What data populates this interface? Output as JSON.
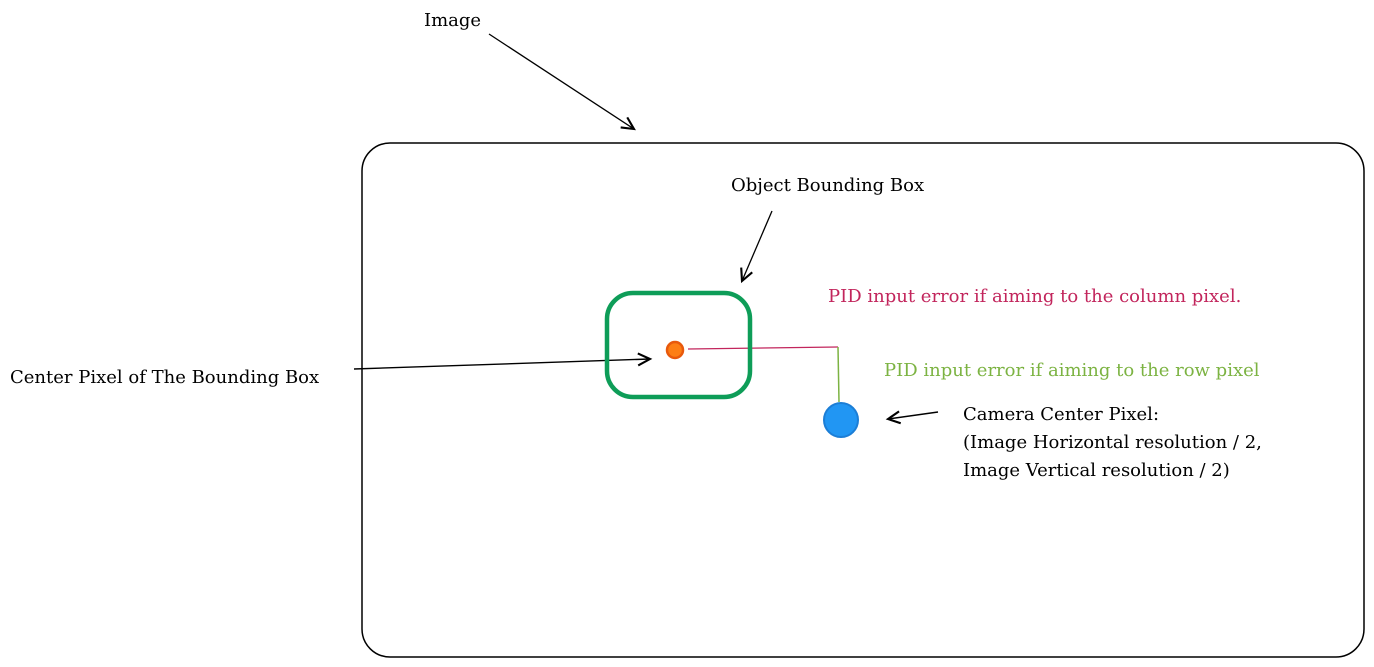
{
  "diagram": {
    "image_label": "Image",
    "bbox_label": "Object Bounding Box",
    "center_pixel_label": "Center Pixel of The Bounding Box",
    "pid_column_label": "PID input error if aiming to the column pixel.",
    "pid_row_label": "PID input error if aiming to the row pixel",
    "camera_label": {
      "line1": "Camera Center Pixel:",
      "line2": "(Image Horizontal resolution / 2,",
      "line3": "Image Vertical resolution / 2)"
    }
  },
  "colors": {
    "frame_stroke": "#000000",
    "arrow": "#000000",
    "bbox_stroke": "#0e9d58",
    "center_dot_fill": "#fd7e14",
    "center_dot_stroke": "#e8590c",
    "camera_dot_fill": "#2196f3",
    "camera_dot_stroke": "#1c7ed6",
    "pid_column": "#c2255c",
    "pid_row": "#7cb342"
  }
}
